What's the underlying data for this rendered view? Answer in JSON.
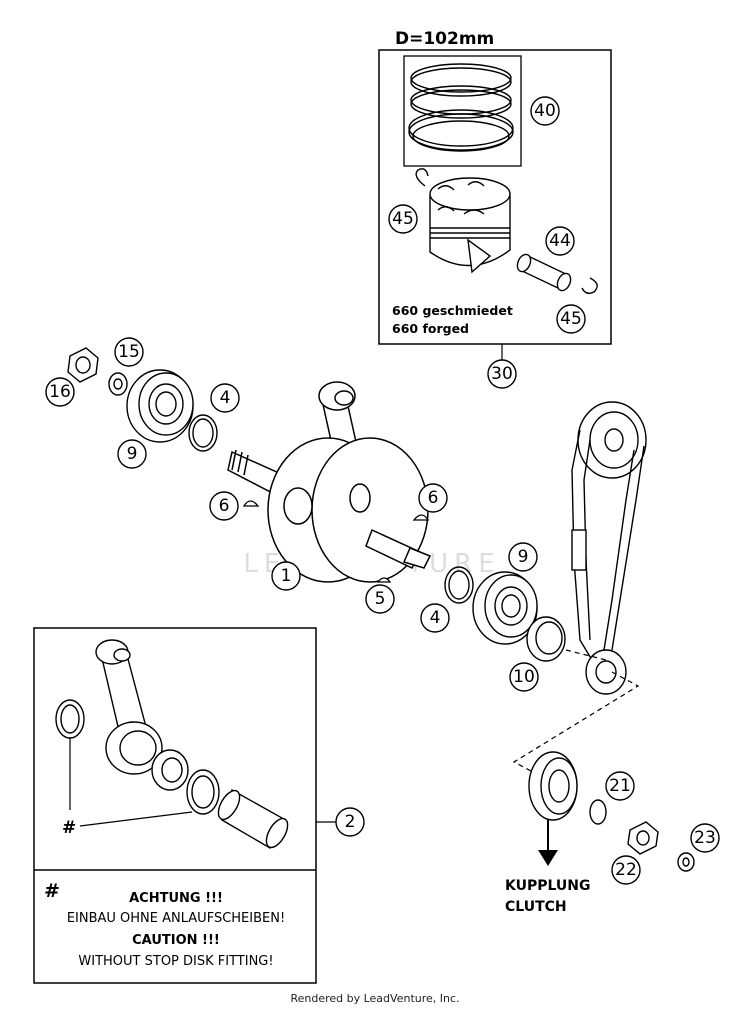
{
  "piston_box": {
    "diameter_label": "D=102mm",
    "variant_line1": "660 geschmiedet",
    "variant_line2": "660 forged"
  },
  "callouts": {
    "c40": "40",
    "c45a": "45",
    "c44": "44",
    "c45b": "45",
    "c30": "30",
    "c15": "15",
    "c16": "16",
    "c4a": "4",
    "c9a": "9",
    "c6a": "6",
    "c6b": "6",
    "c1": "1",
    "c5": "5",
    "c9b": "9",
    "c4b": "4",
    "c10": "10",
    "c2": "2",
    "c21": "21",
    "c22": "22",
    "c23": "23"
  },
  "inset": {
    "hash_marker": "#"
  },
  "note_box": {
    "hash": "#",
    "line1": "ACHTUNG !!!",
    "line2": "EINBAU OHNE ANLAUFSCHEIBEN!",
    "line3": "CAUTION !!!",
    "line4": "WITHOUT STOP DISK FITTING!"
  },
  "clutch": {
    "line1": "KUPPLUNG",
    "line2": "CLUTCH"
  },
  "watermark": "LEADVENTURE",
  "footer": "Rendered by LeadVenture, Inc."
}
